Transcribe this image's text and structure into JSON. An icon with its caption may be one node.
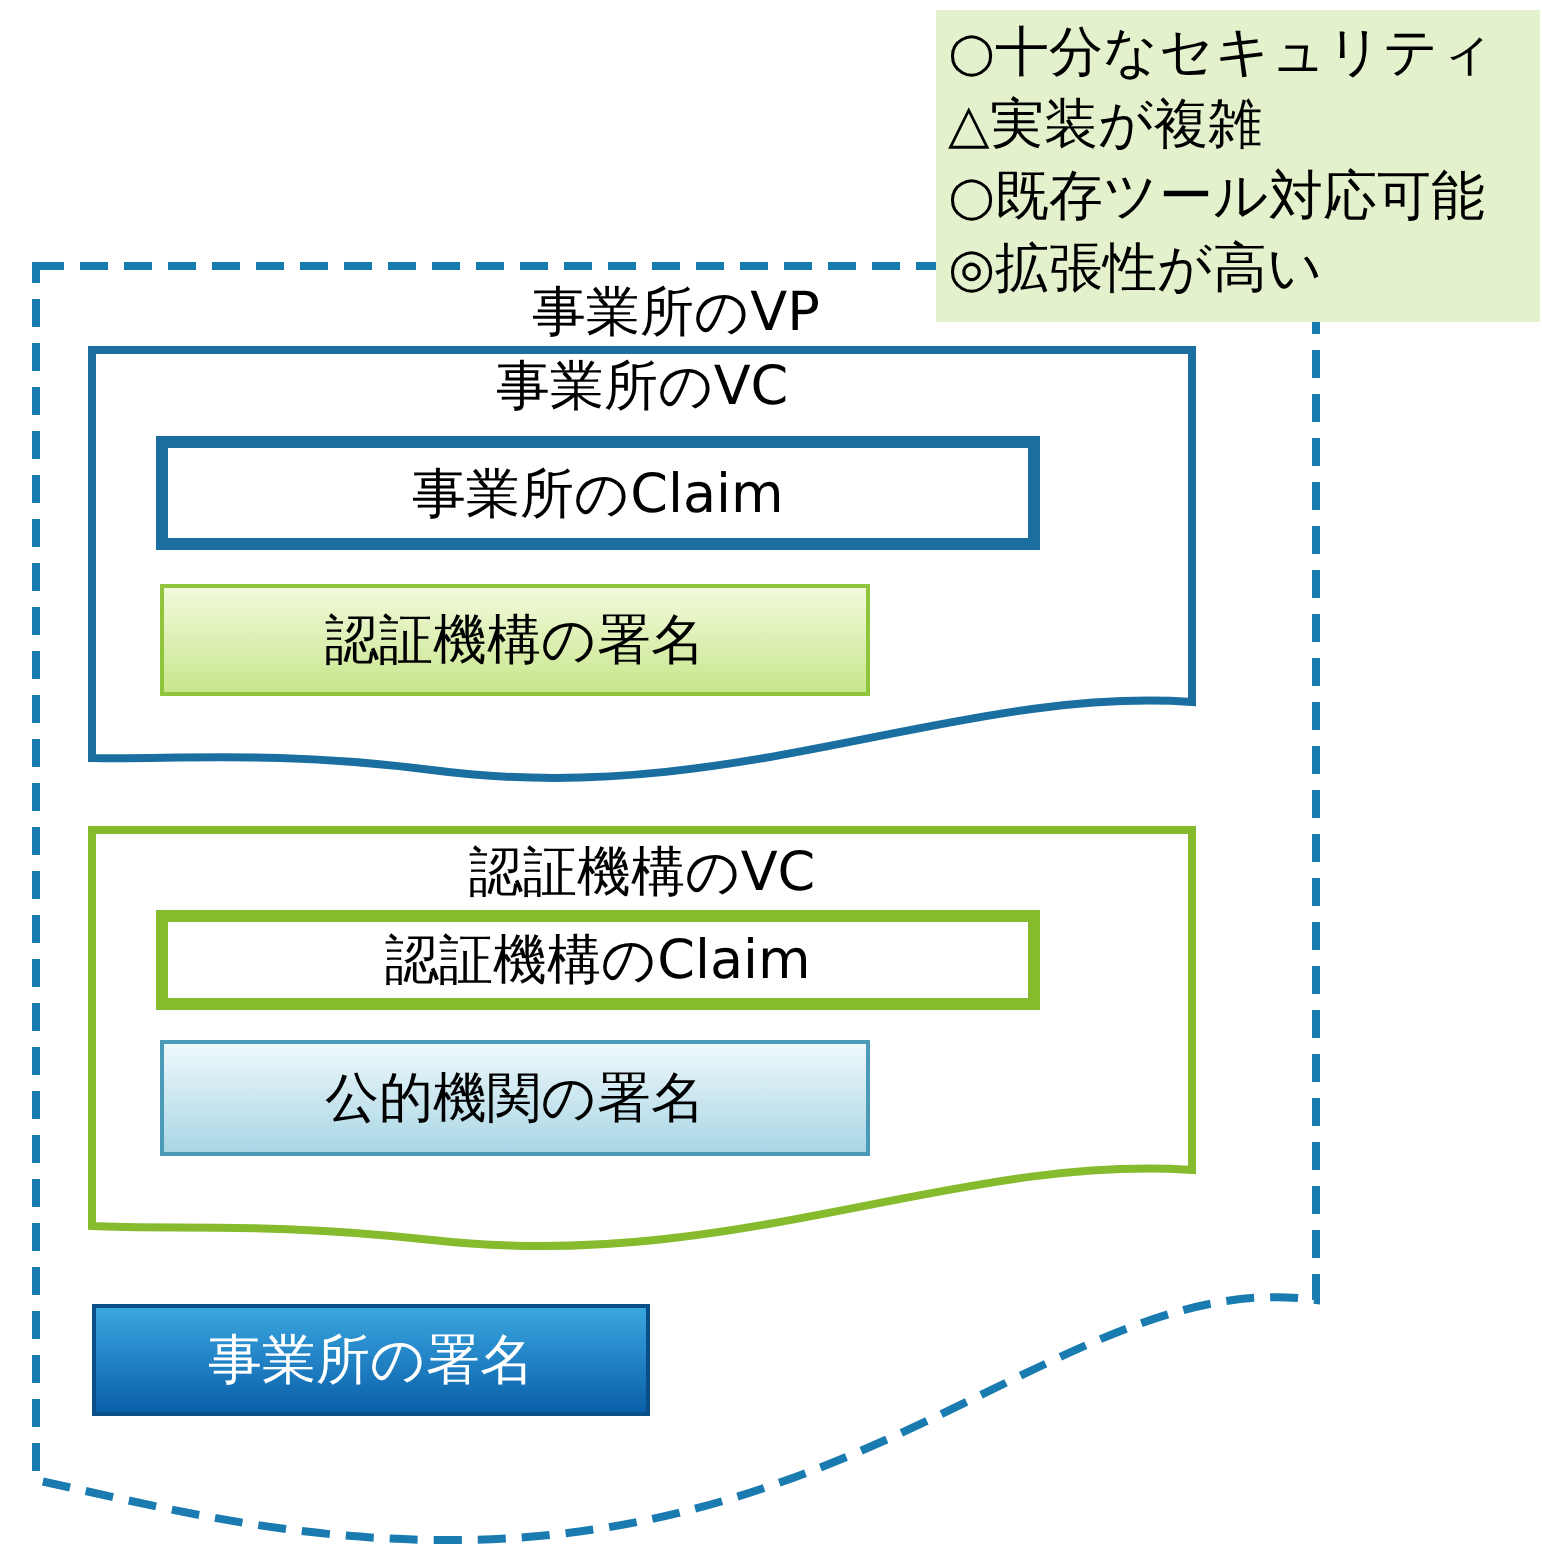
{
  "diagram": {
    "nodes": [
      {
        "text": [
          "○十分なセキュリティ",
          "△実装が複雑",
          "○既存ツール対応可能",
          "◎拡張性が高い"
        ]
      },
      {
        "text": [
          "事業所のVP"
        ]
      },
      {
        "text": [
          "事業所のVC"
        ],
        "in": 1
      },
      {
        "text": [
          "事業所のClaim"
        ],
        "in": 2
      },
      {
        "text": [
          "認証機構の署名"
        ],
        "in": 2
      },
      {
        "text": [
          "認証機構のVC"
        ],
        "in": 1
      },
      {
        "text": [
          "認証機構のClaim"
        ],
        "in": 5
      },
      {
        "text": [
          "公的機関の署名"
        ],
        "in": 5
      },
      {
        "text": [
          "事業所の署名"
        ],
        "in": 1
      }
    ]
  }
}
